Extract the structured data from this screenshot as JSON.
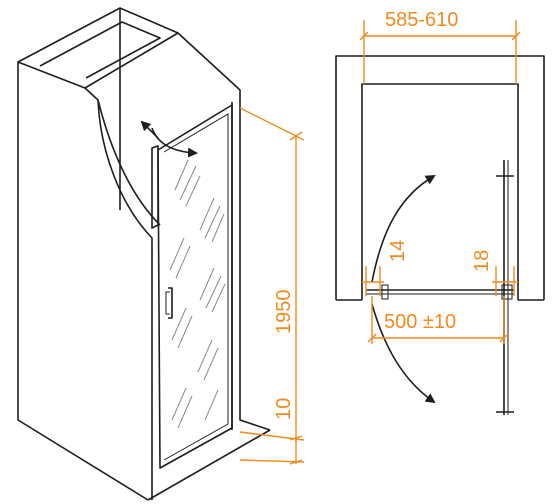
{
  "colors": {
    "dimension": "#f28a1c",
    "outline": "#1e1e1e",
    "glass_hatch": "#8a8a8a",
    "background": "#ffffff"
  },
  "perspective_view": {
    "height_label": "1950",
    "gap_label": "10"
  },
  "plan_view": {
    "niche_width_label": "585-610",
    "door_width_label": "500 ±10",
    "left_profile_label": "14",
    "right_profile_label": "18"
  },
  "icons": [
    "rotation-arrow-icon",
    "swing-arc-arrow-icon",
    "door-handle-icon"
  ]
}
